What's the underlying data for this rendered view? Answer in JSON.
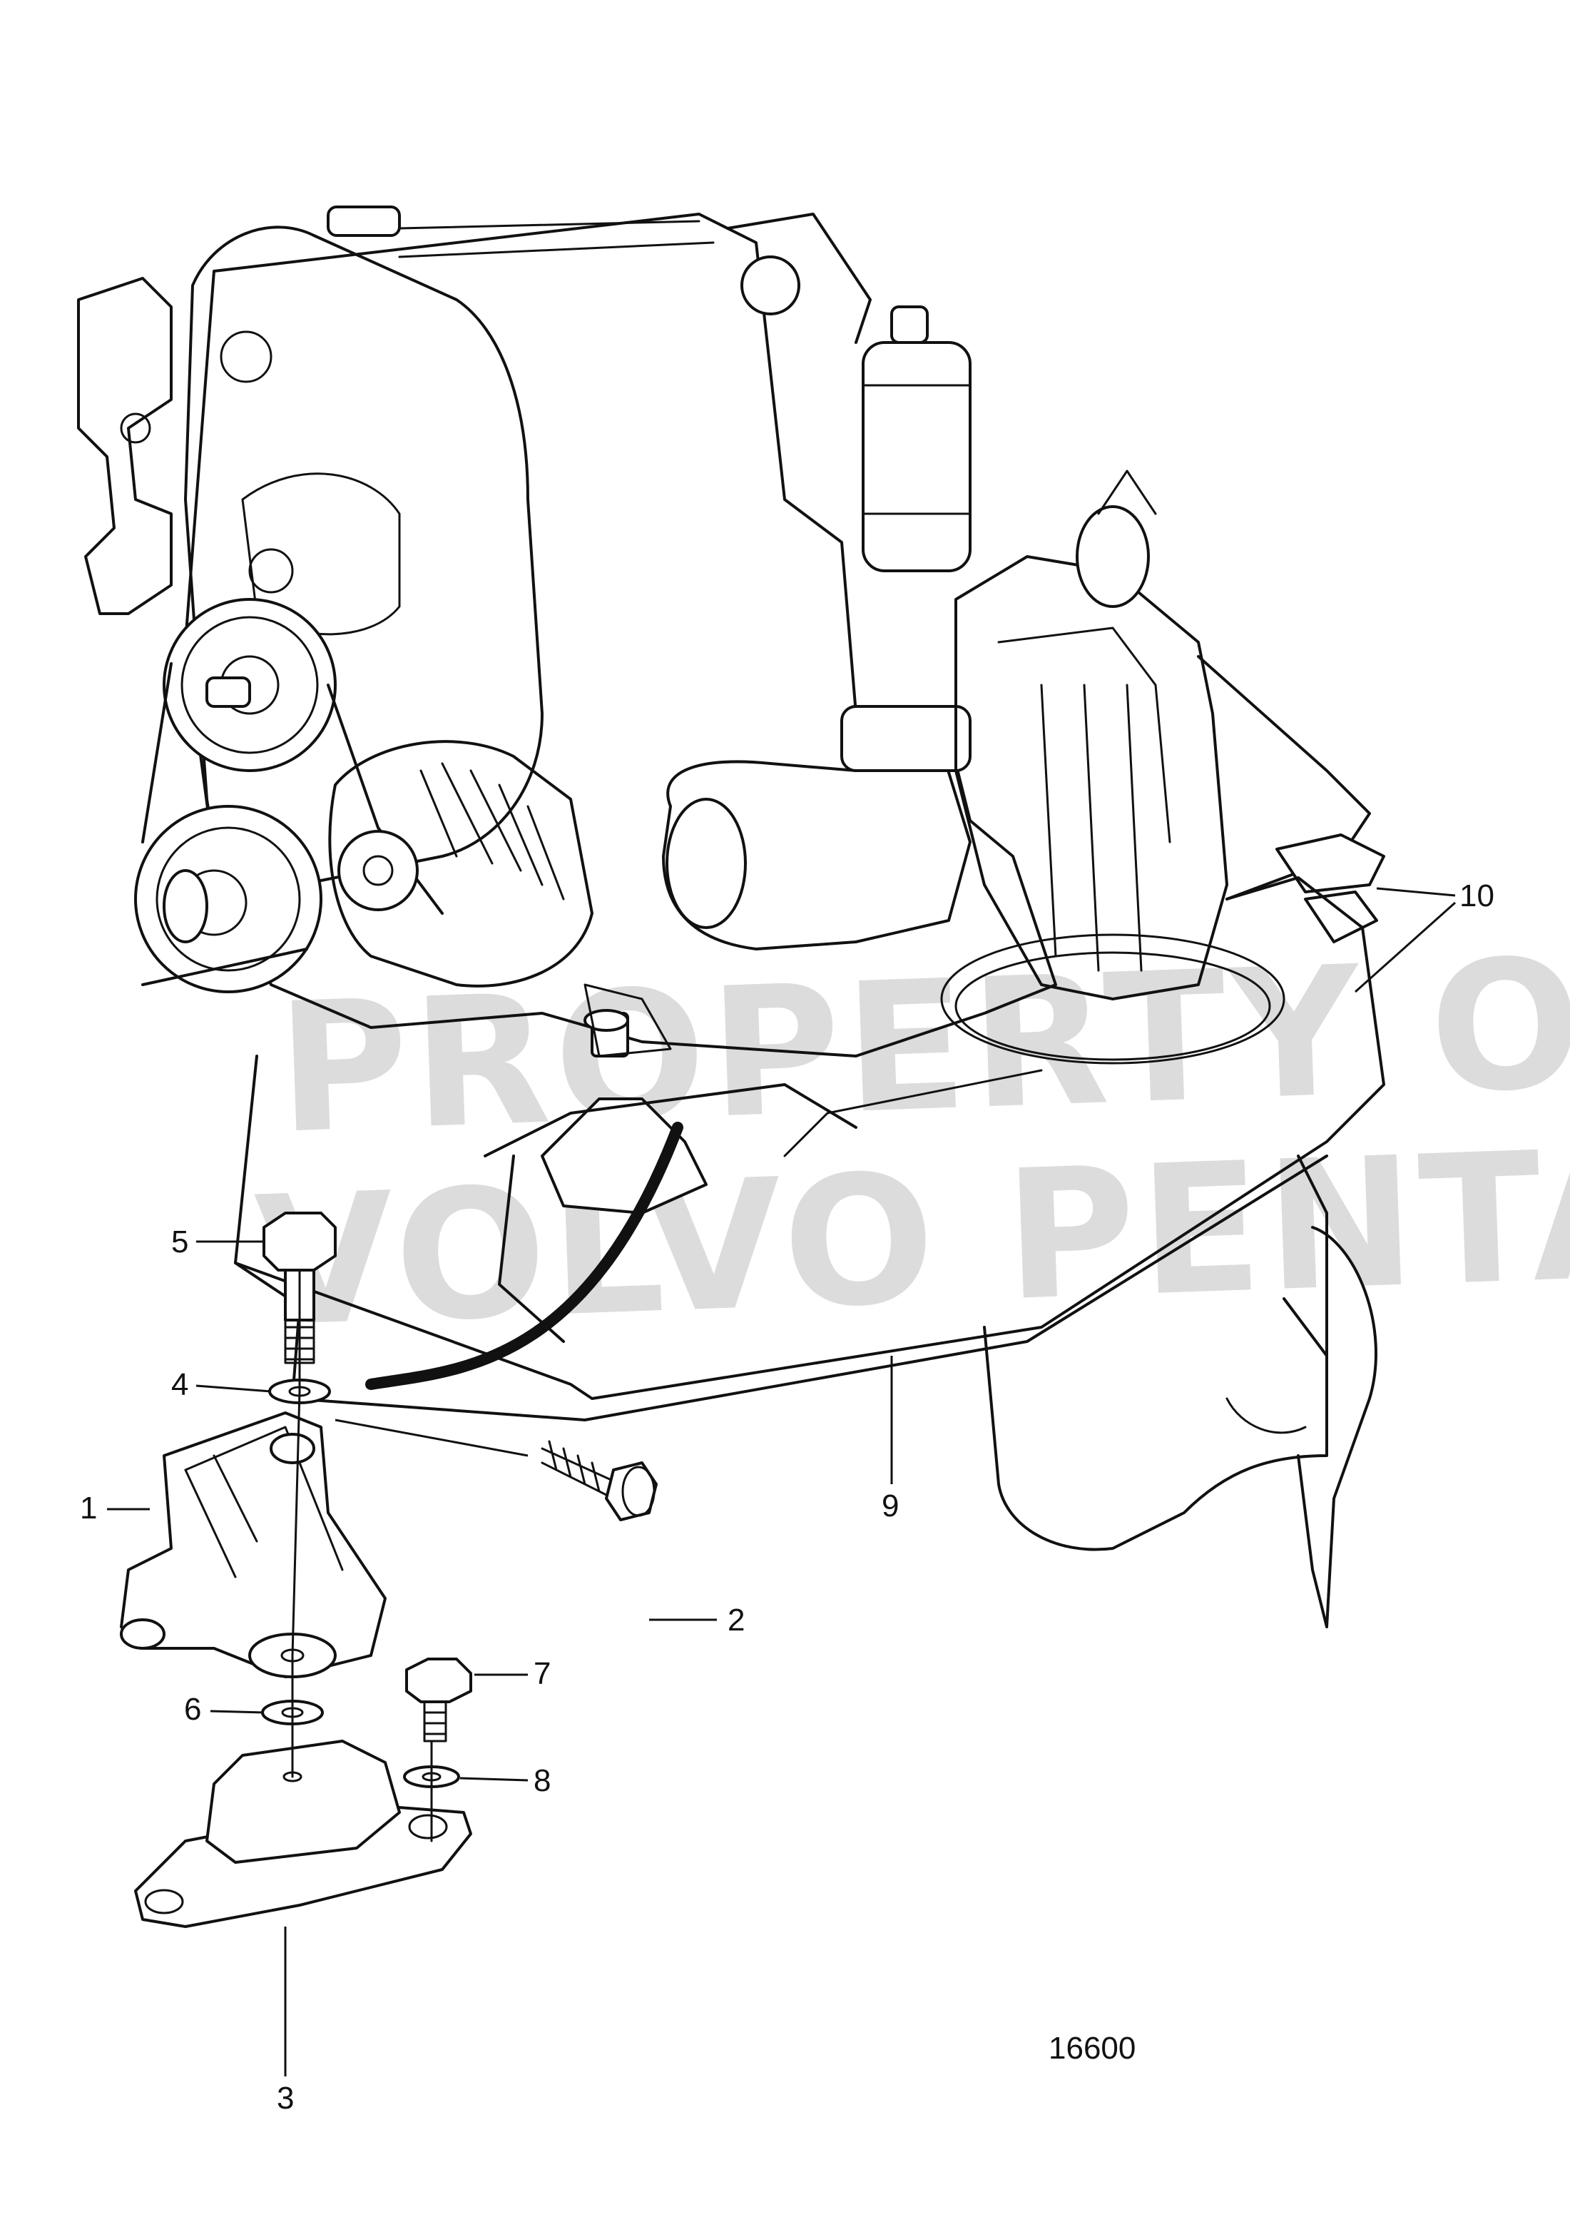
{
  "figure_id": "16600",
  "watermark": {
    "line1": "PROPERTY OF",
    "line2": "VOLVO PENTA"
  },
  "callouts": [
    {
      "id": "1",
      "label": "1"
    },
    {
      "id": "2",
      "label": "2"
    },
    {
      "id": "3",
      "label": "3"
    },
    {
      "id": "4",
      "label": "4"
    },
    {
      "id": "5",
      "label": "5"
    },
    {
      "id": "6",
      "label": "6"
    },
    {
      "id": "7",
      "label": "7"
    },
    {
      "id": "8",
      "label": "8"
    },
    {
      "id": "9",
      "label": "9"
    },
    {
      "id": "10",
      "label": "10"
    }
  ]
}
